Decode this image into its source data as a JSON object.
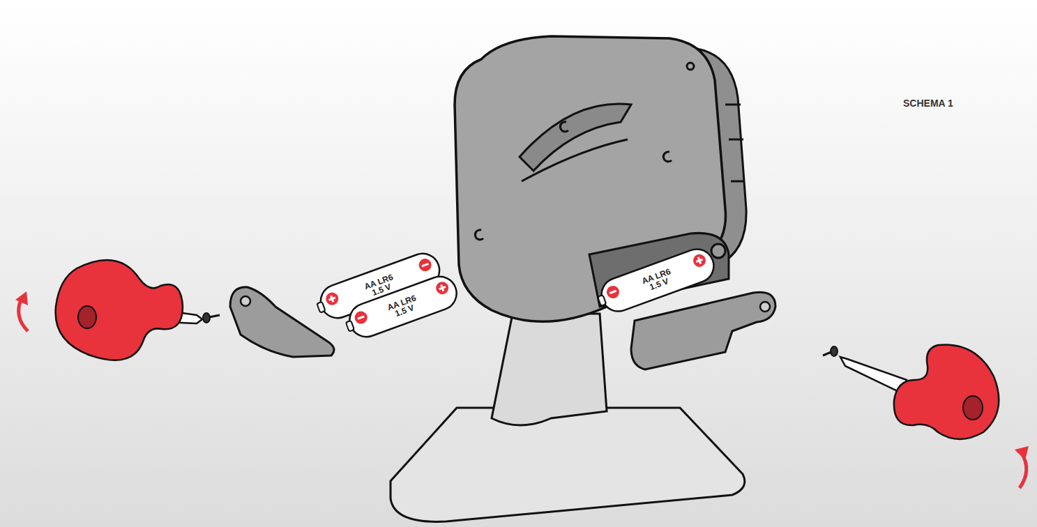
{
  "diagram": {
    "nodes": [
      {
        "text": [
          "AA LR6",
          "1.5 V"
        ]
      },
      {
        "text": [
          "AA LR6",
          "1.5 V"
        ]
      },
      {
        "text": [
          "AA LR6",
          "1.5 V"
        ]
      }
    ],
    "labels": [
      "SCHEMA 1"
    ]
  }
}
